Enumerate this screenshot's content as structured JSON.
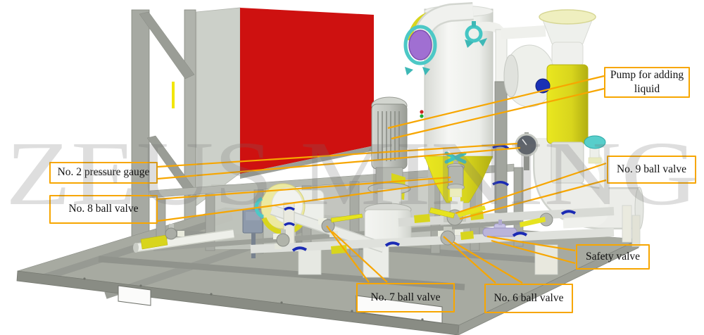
{
  "watermark": {
    "text": "ZEUS MINING"
  },
  "callouts": {
    "pump": "Pump for adding liquid",
    "no2": "No. 2 pressure gauge",
    "no8": "No. 8 ball valve",
    "no9": "No. 9 ball valve",
    "safety": "Safety valve",
    "no7": "No. 7 ball valve",
    "no6": "No. 6 ball valve"
  },
  "colors": {
    "callout_border": "#F7A600",
    "leader_line": "#F7A600",
    "label_text": "#111111",
    "cabinet_red": "#CE1110",
    "equipment_white": "#F0F1EE",
    "pipe_yellow": "#D8D51D",
    "clamp_teal": "#4CC8C6",
    "flange_purple": "#A06FD2",
    "ubolt_blue": "#1A2AB4",
    "safety_valve_lavender": "#BAB4DA",
    "frame_gray": "#A8ABA4",
    "skid_gray": "#9B9E97",
    "watermark_gray": "#6F6F6F"
  }
}
